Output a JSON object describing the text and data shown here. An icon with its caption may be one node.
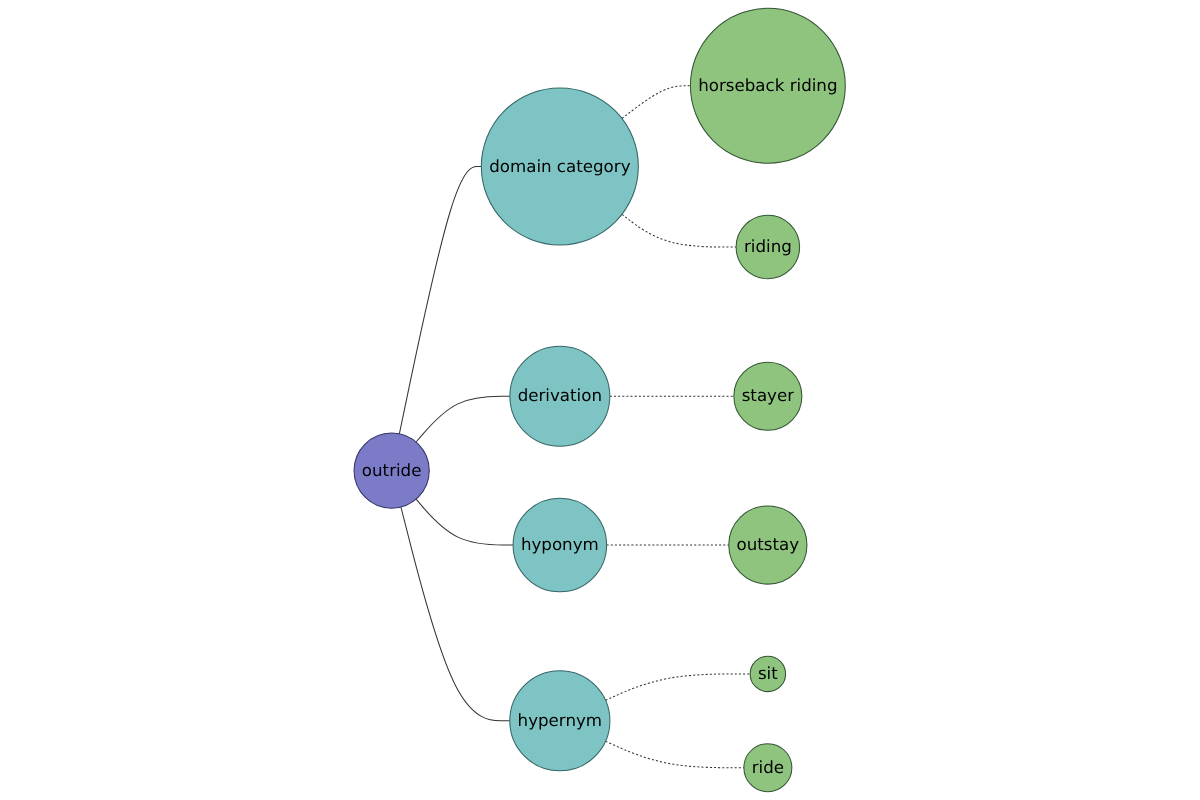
{
  "diagram": {
    "nodes": [
      {
        "text": [
          "stayer"
        ]
      },
      {
        "text": [
          "horseback riding"
        ]
      },
      {
        "text": [
          "derivation"
        ]
      },
      {
        "text": [
          "domain category"
        ]
      },
      {
        "text": [
          "riding"
        ]
      },
      {
        "text": [
          "outride"
        ]
      },
      {
        "text": [
          "hyponym"
        ]
      },
      {
        "text": [
          "hypernym"
        ]
      },
      {
        "text": [
          "ride"
        ]
      },
      {
        "text": [
          "outstay"
        ]
      },
      {
        "text": [
          "sit"
        ]
      }
    ],
    "edges": [
      {
        "from": 5,
        "to": 3,
        "arrow": "none"
      },
      {
        "from": 5,
        "to": 2,
        "arrow": "none"
      },
      {
        "from": 5,
        "to": 6,
        "arrow": "none"
      },
      {
        "from": 5,
        "to": 7,
        "arrow": "none"
      },
      {
        "from": 3,
        "to": 1,
        "arrow": "none",
        "style": "dashed"
      },
      {
        "from": 3,
        "to": 4,
        "arrow": "none",
        "style": "dashed"
      },
      {
        "from": 2,
        "to": 0,
        "arrow": "none",
        "style": "dashed"
      },
      {
        "from": 6,
        "to": 9,
        "arrow": "none",
        "style": "dashed"
      },
      {
        "from": 7,
        "to": 10,
        "arrow": "none",
        "style": "dashed"
      },
      {
        "from": 7,
        "to": 8,
        "arrow": "none",
        "style": "dashed"
      }
    ]
  }
}
